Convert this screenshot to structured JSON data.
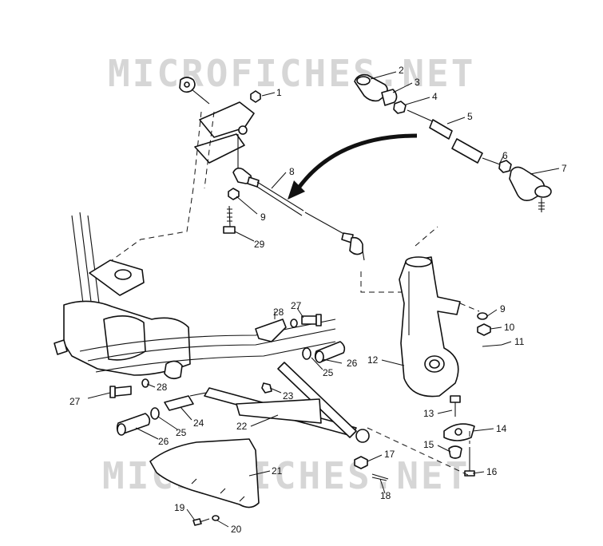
{
  "watermark": {
    "top": "MICROFICHES.NET",
    "bottom": "MICROFICHES.NET"
  },
  "callouts": {
    "c1": "1",
    "c2": "2",
    "c3": "3",
    "c4": "4",
    "c5": "5",
    "c6": "6",
    "c7": "7",
    "c8": "8",
    "c9a": "9",
    "c9b": "9",
    "c10": "10",
    "c11": "11",
    "c12": "12",
    "c13": "13",
    "c14": "14",
    "c15": "15",
    "c16": "16",
    "c17": "17",
    "c18": "18",
    "c19": "19",
    "c20": "20",
    "c21": "21",
    "c22": "22",
    "c23": "23",
    "c24": "24",
    "c25a": "25",
    "c25b": "25",
    "c26a": "26",
    "c26b": "26",
    "c27a": "27",
    "c27b": "27",
    "c28a": "28",
    "c28b": "28",
    "c29": "29"
  }
}
